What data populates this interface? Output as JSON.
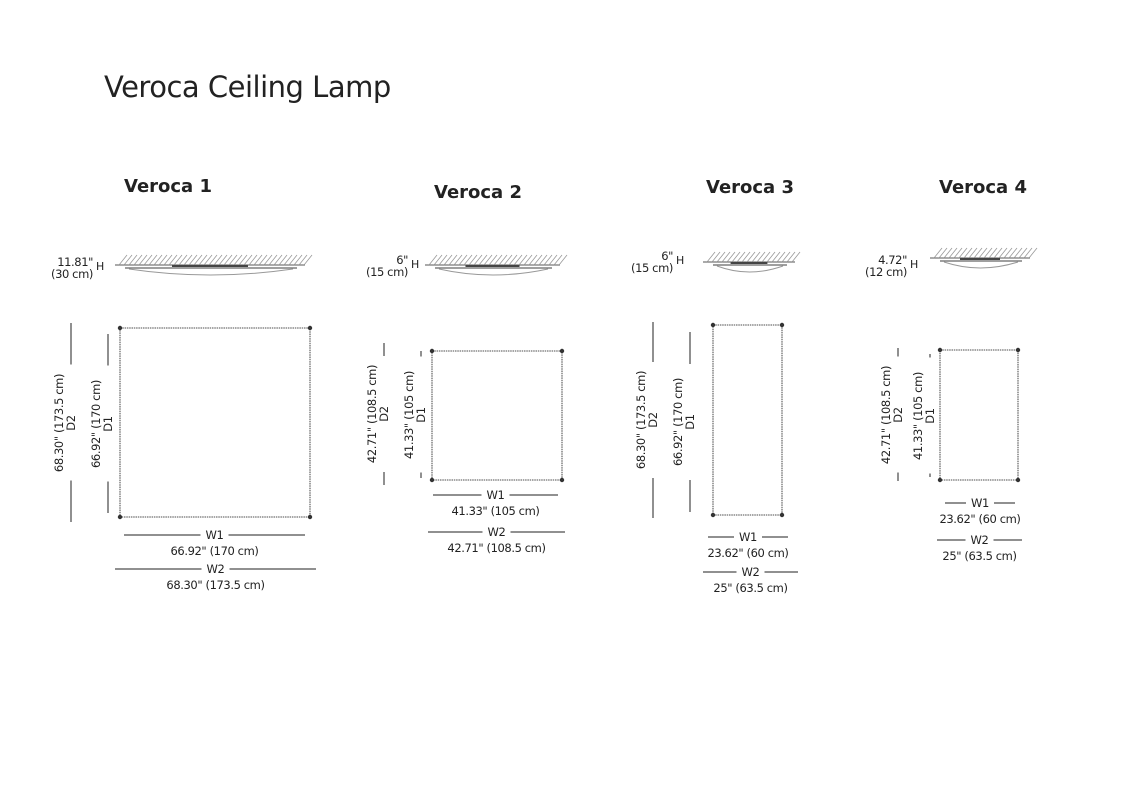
{
  "title": "Veroca Ceiling Lamp",
  "variants": [
    {
      "name": "Veroca 1",
      "h_in": "11.81\"",
      "h_cm": "(30 cm)",
      "h_symbol": "H",
      "d2_label": "D2",
      "d2_value": "68.30\" (173.5 cm)",
      "d1_label": "D1",
      "d1_value": "66.92\" (170 cm)",
      "w1_label": "W1",
      "w1_value": "66.92\" (170 cm)",
      "w2_label": "W2",
      "w2_value": "68.30\" (173.5 cm)"
    },
    {
      "name": "Veroca 2",
      "h_in": "6\"",
      "h_cm": "(15 cm)",
      "h_symbol": "H",
      "d2_label": "D2",
      "d2_value": "42.71\" (108.5 cm)",
      "d1_label": "D1",
      "d1_value": "41.33\" (105 cm)",
      "w1_label": "W1",
      "w1_value": "41.33\" (105 cm)",
      "w2_label": "W2",
      "w2_value": "42.71\" (108.5 cm)"
    },
    {
      "name": "Veroca 3",
      "h_in": "6\"",
      "h_cm": "(15 cm)",
      "h_symbol": "H",
      "d2_label": "D2",
      "d2_value": "68.30\" (173.5 cm)",
      "d1_label": "D1",
      "d1_value": "66.92\" (170 cm)",
      "w1_label": "W1",
      "w1_value": "23.62\" (60 cm)",
      "w2_label": "W2",
      "w2_value": "25\" (63.5 cm)"
    },
    {
      "name": "Veroca 4",
      "h_in": "4.72\"",
      "h_cm": "(12 cm)",
      "h_symbol": "H",
      "d2_label": "D2",
      "d2_value": "42.71\" (108.5 cm)",
      "d1_label": "D1",
      "d1_value": "41.33\" (105 cm)",
      "w1_label": "W1",
      "w1_value": "23.62\" (60 cm)",
      "w2_label": "W2",
      "w2_value": "25\" (63.5 cm)"
    }
  ]
}
